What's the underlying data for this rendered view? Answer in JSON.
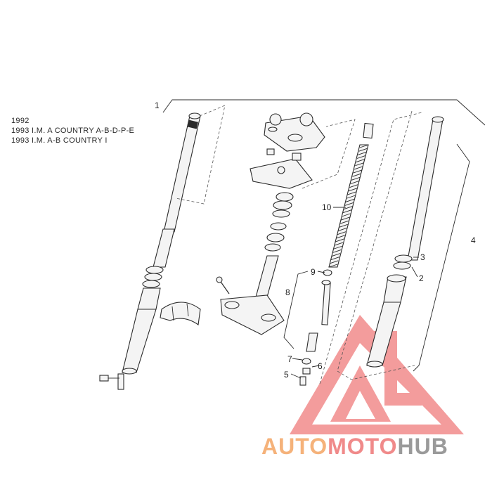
{
  "notes": [
    "1992",
    "1993 I.M. A COUNTRY A-B-D-P-E",
    "1993 I.M. A-B COUNTRY I"
  ],
  "callouts": {
    "c1": "1",
    "c2": "2",
    "c3": "3",
    "c4": "4",
    "c5": "5",
    "c6": "6",
    "c7": "7",
    "c8": "8",
    "c9": "9",
    "c10": "10"
  },
  "watermark": {
    "part1": "AUTO",
    "part2": "MOTO",
    "part3": "HUB",
    "color1": "#f5b27a",
    "color2": "#f08a8a",
    "color3": "#9a9a9a",
    "logo_color": "#ef6f6f"
  }
}
